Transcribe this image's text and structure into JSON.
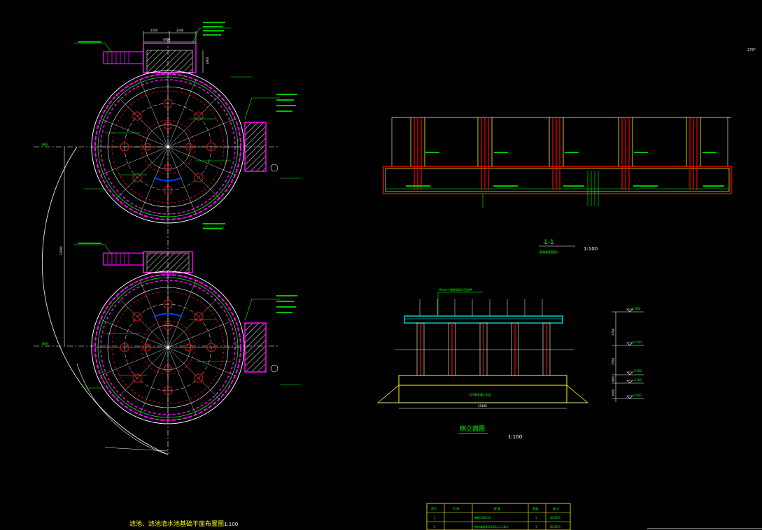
{
  "drawing": {
    "corner_label": "270°",
    "left_tank_dims": {
      "dim_a": "2200",
      "dim_b": "2200",
      "dim_c": "4400",
      "dim_d": "2800",
      "dim_e": "12000"
    },
    "left_title": "滤池、滤池清水池基础平面布置图",
    "left_scale": "1:100",
    "section_title": "1-1",
    "section_subtitle": "(基础梁配筋图)",
    "section_scale": "1:100",
    "side_title": "侧立面图",
    "side_scale": "1:100",
    "side_callout": "M.mm+钢板规格详见说明",
    "side_bottom_dim": "15460",
    "side_center_label": "C20素混凝土垫层",
    "level_marks": [
      "2.900",
      "-0.100",
      "-2.900",
      "-3.300",
      "-4.000"
    ],
    "level_dims": [
      "2700",
      "2550",
      "900",
      "1000"
    ],
    "table": {
      "headers": [
        "序号",
        "名 称",
        "规 格",
        "数量",
        "备 注"
      ],
      "rows": [
        [
          "1",
          "",
          "钢板100x10",
          "1",
          "Q235-B"
        ],
        [
          "2",
          "",
          "镀锌扁钢100x10,L=1.5m",
          "1",
          "Q235-B"
        ]
      ]
    }
  },
  "colors": {
    "cyan": "#00ffff",
    "green": "#00ff00",
    "yellow": "#ffff00",
    "red": "#ff0000",
    "magenta": "#ff00ff",
    "white": "#ffffff",
    "blue": "#0040ff"
  }
}
